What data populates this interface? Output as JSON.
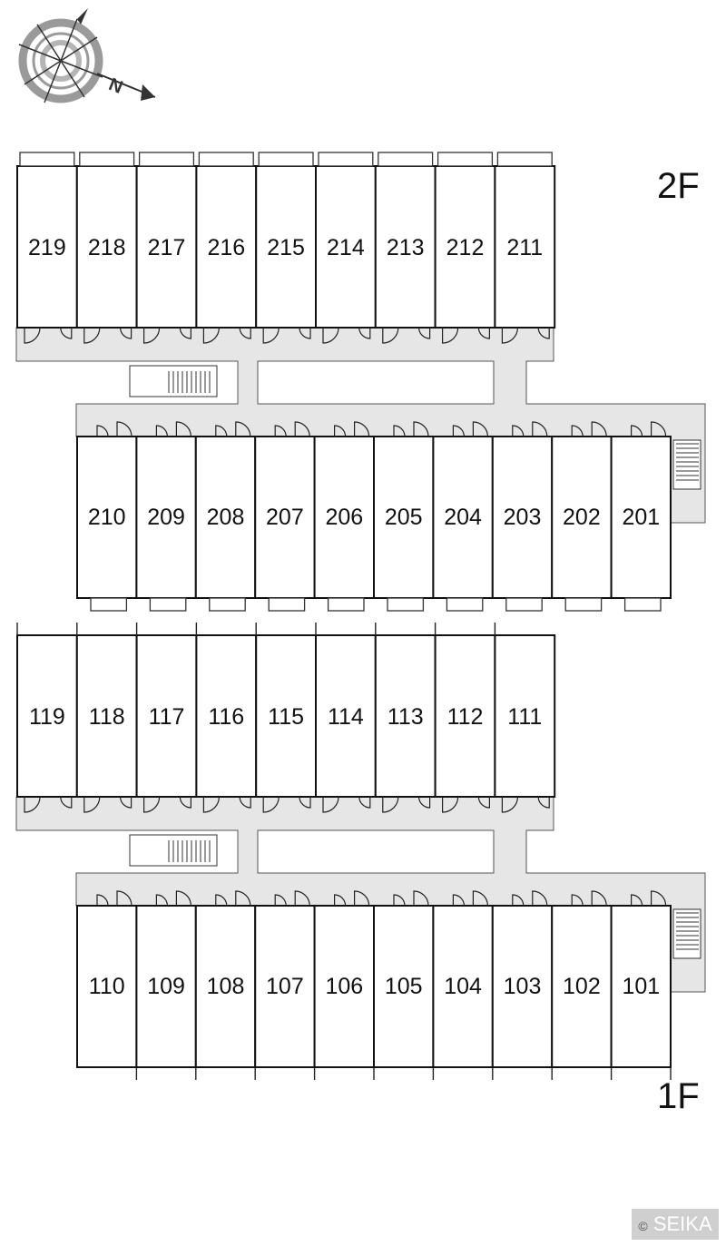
{
  "compass": {
    "north_label": "N"
  },
  "floors": [
    {
      "label": "2F",
      "rear_units": [
        "219",
        "218",
        "217",
        "216",
        "215",
        "214",
        "213",
        "212",
        "211"
      ],
      "front_units": [
        "210",
        "209",
        "208",
        "207",
        "206",
        "205",
        "204",
        "203",
        "202",
        "201"
      ]
    },
    {
      "label": "1F",
      "rear_units": [
        "119",
        "118",
        "117",
        "116",
        "115",
        "114",
        "113",
        "112",
        "111"
      ],
      "front_units": [
        "110",
        "109",
        "108",
        "107",
        "106",
        "105",
        "104",
        "103",
        "102",
        "101"
      ]
    }
  ],
  "credit": {
    "symbol": "©",
    "text": "SEIKA"
  }
}
